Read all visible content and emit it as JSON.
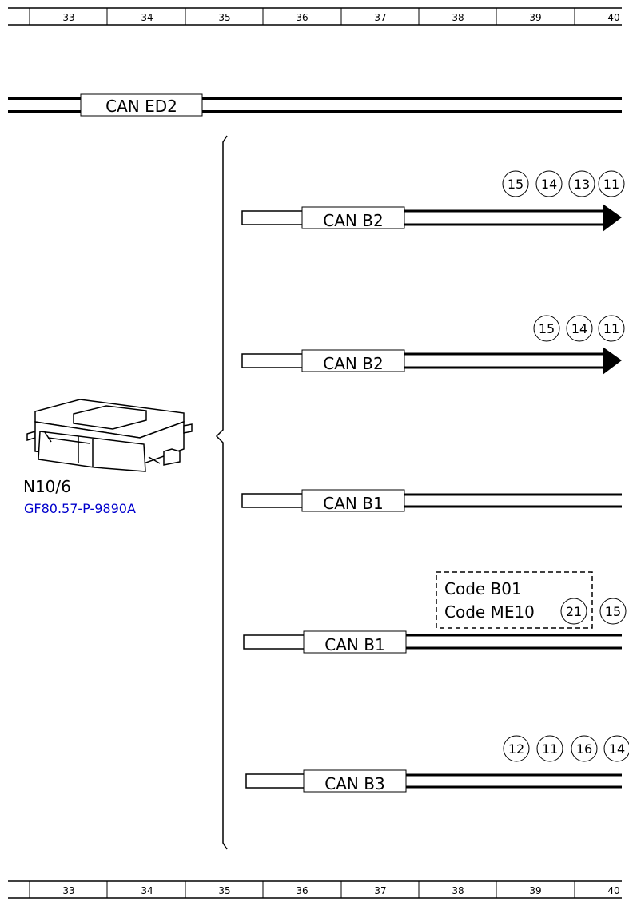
{
  "ruler": {
    "top": [
      "33",
      "34",
      "35",
      "36",
      "37",
      "38",
      "39",
      "40"
    ],
    "bottom": [
      "33",
      "34",
      "35",
      "36",
      "37",
      "38",
      "39",
      "40"
    ]
  },
  "bus_top": {
    "label": "CAN ED2"
  },
  "module": {
    "id": "N10/6",
    "ref": "GF80.57-P-9890A"
  },
  "lines": [
    {
      "label": "CAN B2",
      "markers": [
        "15",
        "14",
        "13",
        "11"
      ]
    },
    {
      "label": "CAN B2",
      "markers": [
        "15",
        "14",
        "11"
      ]
    },
    {
      "label": "CAN B1",
      "markers": []
    },
    {
      "label": "CAN B1",
      "markers": [
        "21",
        "15"
      ],
      "code_box": [
        "Code B01",
        "Code ME10"
      ]
    },
    {
      "label": "CAN B3",
      "markers": [
        "12",
        "11",
        "16",
        "14"
      ]
    }
  ]
}
